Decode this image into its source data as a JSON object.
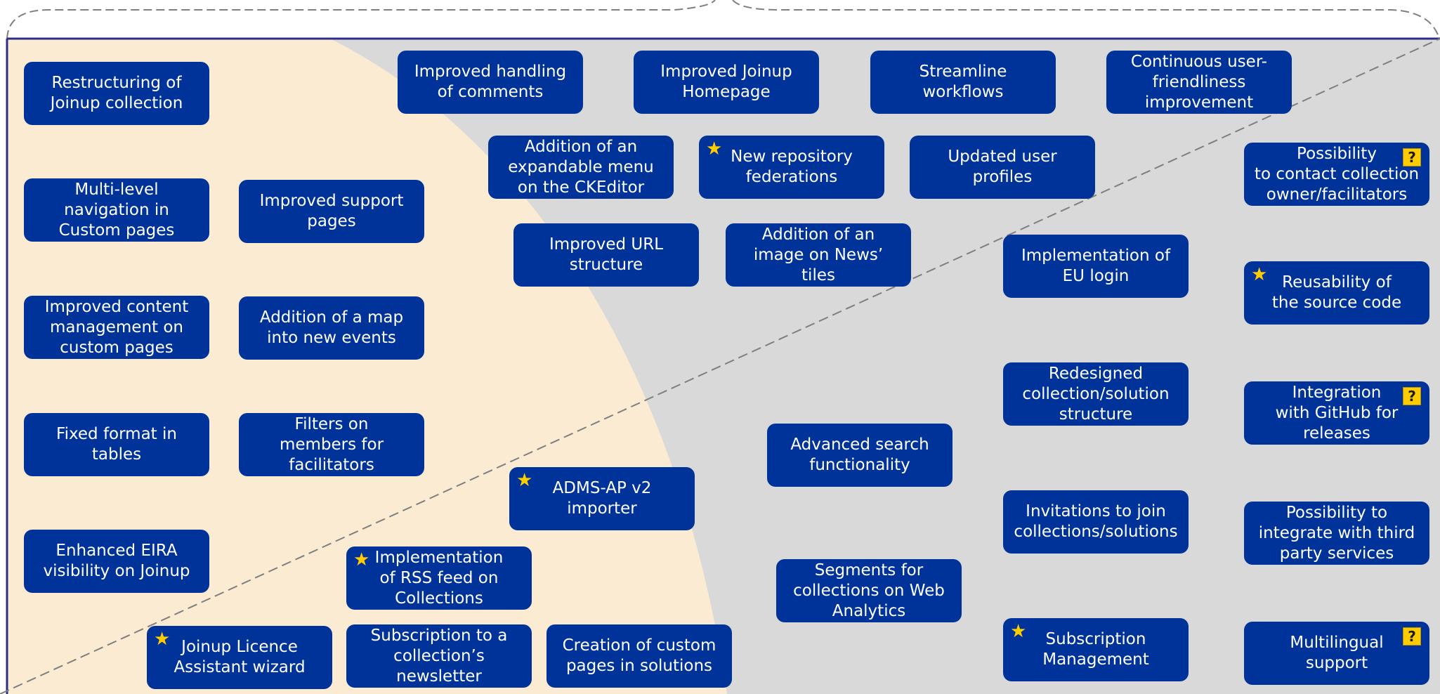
{
  "colors": {
    "card_bg": "#003399",
    "card_text": "#FFFFFF",
    "star": "#FFCC00",
    "question_badge": "#FFCC00",
    "region_left": "#FAEBD2",
    "region_right": "#D9D9D9",
    "frame_line": "#2E2E8A",
    "dashed_line": "#7F7F7F"
  },
  "badges": {
    "star_icon": "★",
    "question_icon": "?"
  },
  "cards": [
    {
      "label": "Restructuring of\nJoinup collection"
    },
    {
      "label": "Improved handling\nof comments"
    },
    {
      "label": "Improved Joinup\nHomepage"
    },
    {
      "label": "Streamline\nworkflows"
    },
    {
      "label": "Continuous user-\nfriendliness\nimprovement"
    },
    {
      "label": "Addition of an\nexpandable menu\non the CKEditor"
    },
    {
      "label": "New repository\nfederations",
      "star": true
    },
    {
      "label": "Updated user\nprofiles"
    },
    {
      "label": "Possibility\nto contact collection\nowner/facilitators",
      "question": true
    },
    {
      "label": "Multi-level\nnavigation in\nCustom pages"
    },
    {
      "label": "Improved support\npages"
    },
    {
      "label": "Improved URL\nstructure"
    },
    {
      "label": "Addition of an\nimage on News’\ntiles"
    },
    {
      "label": "Implementation of\nEU login"
    },
    {
      "label": "Reusability of\nthe source code",
      "star": true
    },
    {
      "label": "Improved content\nmanagement on\ncustom pages"
    },
    {
      "label": "Addition of a map\ninto new events"
    },
    {
      "label": "Redesigned\ncollection/solution\nstructure"
    },
    {
      "label": "Integration\nwith GitHub for\nreleases",
      "question": true
    },
    {
      "label": "Fixed format in\ntables"
    },
    {
      "label": "Filters on\nmembers for\nfacilitators"
    },
    {
      "label": "Advanced search\nfunctionality"
    },
    {
      "label": "ADMS-AP v2\nimporter",
      "star": true
    },
    {
      "label": "Invitations to join\ncollections/solutions"
    },
    {
      "label": "Possibility to\nintegrate with third\nparty services"
    },
    {
      "label": "Enhanced EIRA\nvisibility on Joinup"
    },
    {
      "label": "Implementation\nof RSS feed on\nCollections",
      "star": true
    },
    {
      "label": "Segments for\ncollections on Web\nAnalytics"
    },
    {
      "label": "Joinup Licence\nAssistant wizard",
      "star": true
    },
    {
      "label": "Subscription to a\ncollection’s\nnewsletter"
    },
    {
      "label": "Creation of custom\npages in solutions"
    },
    {
      "label": "Subscription\nManagement",
      "star": true
    },
    {
      "label": "Multilingual\nsupport",
      "question": true
    }
  ]
}
